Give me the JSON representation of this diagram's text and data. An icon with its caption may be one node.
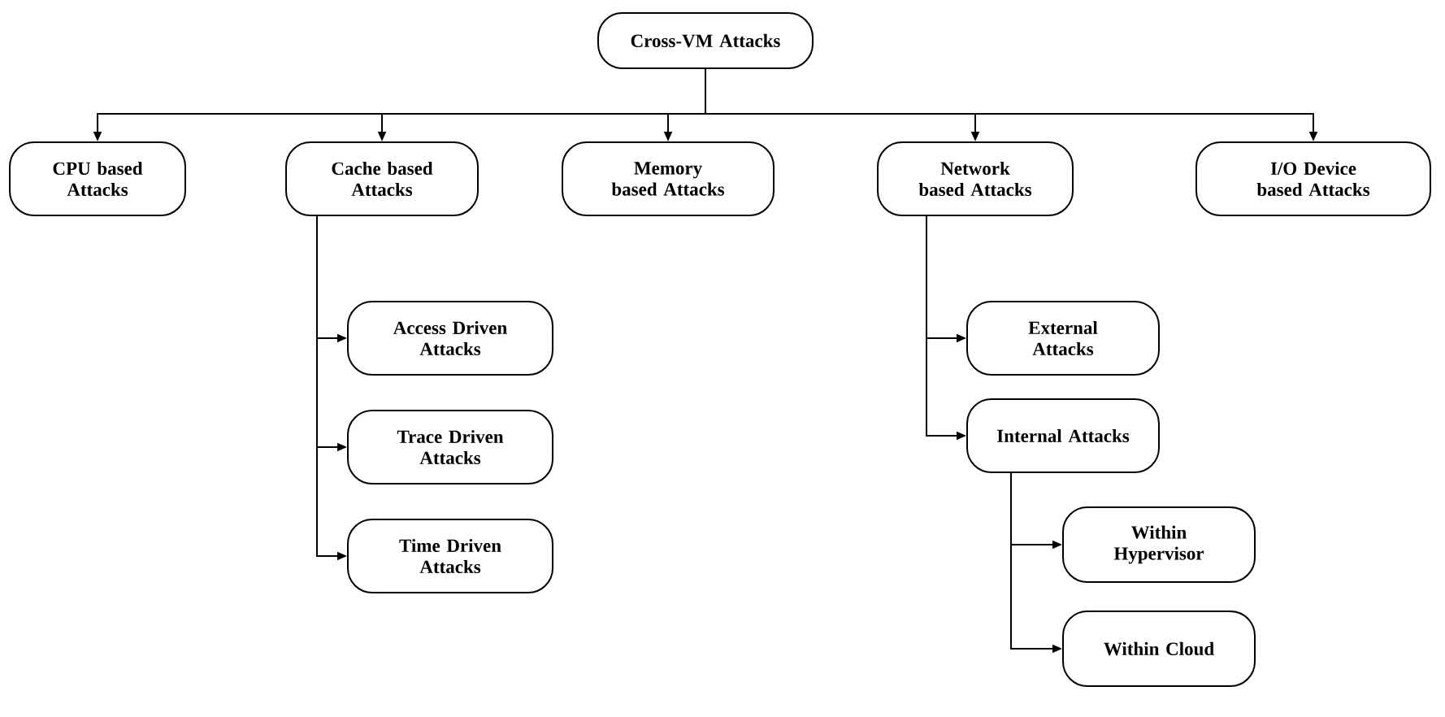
{
  "diagram": {
    "nodes": [
      {
        "text": [
          "Cross-VM Attacks"
        ]
      },
      {
        "text": [
          "CPU based Attacks"
        ]
      },
      {
        "text": [
          "Cache based Attacks"
        ]
      },
      {
        "text": [
          "Memory based Attacks"
        ]
      },
      {
        "text": [
          "Network based Attacks"
        ]
      },
      {
        "text": [
          "I/O Device based Attacks"
        ]
      },
      {
        "text": [
          "Access Driven Attacks"
        ]
      },
      {
        "text": [
          "Trace Driven Attacks"
        ]
      },
      {
        "text": [
          "Time Driven Attacks"
        ]
      },
      {
        "text": [
          "External Attacks"
        ]
      },
      {
        "text": [
          "Internal Attacks"
        ]
      },
      {
        "text": [
          "Within Hypervisor"
        ]
      },
      {
        "text": [
          "Within Cloud"
        ]
      }
    ],
    "edges": [
      {
        "from": 0,
        "to": 1,
        "arrow": "to"
      },
      {
        "from": 0,
        "to": 2,
        "arrow": "to"
      },
      {
        "from": 0,
        "to": 3,
        "arrow": "to"
      },
      {
        "from": 0,
        "to": 4,
        "arrow": "to"
      },
      {
        "from": 0,
        "to": 5,
        "arrow": "to"
      },
      {
        "from": 2,
        "to": 6,
        "arrow": "to"
      },
      {
        "from": 2,
        "to": 7,
        "arrow": "to"
      },
      {
        "from": 2,
        "to": 8,
        "arrow": "to"
      },
      {
        "from": 4,
        "to": 9,
        "arrow": "to"
      },
      {
        "from": 4,
        "to": 10,
        "arrow": "to"
      },
      {
        "from": 10,
        "to": 11,
        "arrow": "to"
      },
      {
        "from": 10,
        "to": 12,
        "arrow": "to"
      }
    ]
  }
}
